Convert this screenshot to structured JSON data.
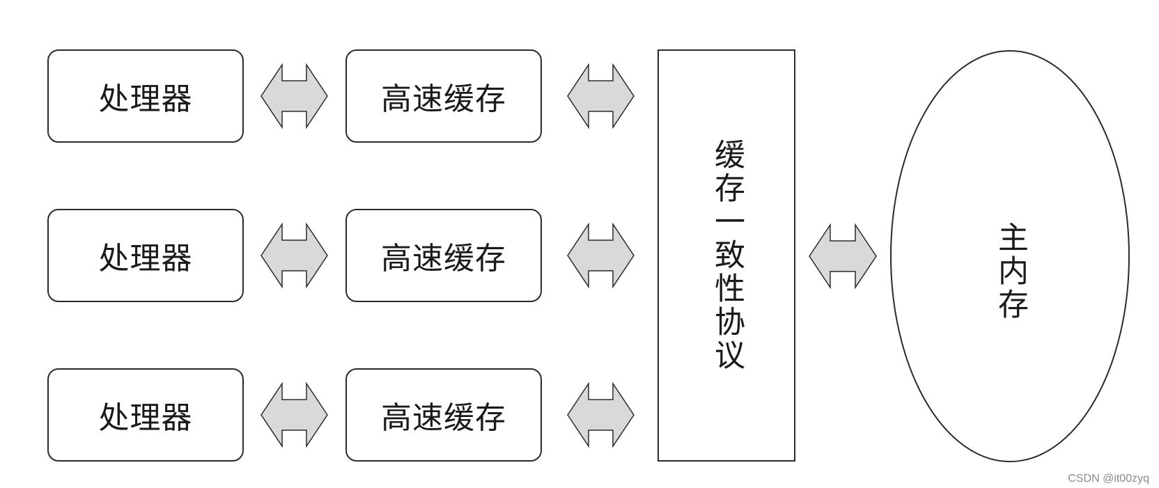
{
  "diagram": {
    "processors": [
      "处理器",
      "处理器",
      "处理器"
    ],
    "caches": [
      "高速缓存",
      "高速缓存",
      "高速缓存"
    ],
    "protocol": "缓存一致性协议",
    "main_memory": "主内存"
  },
  "watermark": "CSDN @it00zyq",
  "colors": {
    "arrow_fill": "#d9d9d9",
    "stroke": "#2a2a2a",
    "background": "#ffffff"
  }
}
